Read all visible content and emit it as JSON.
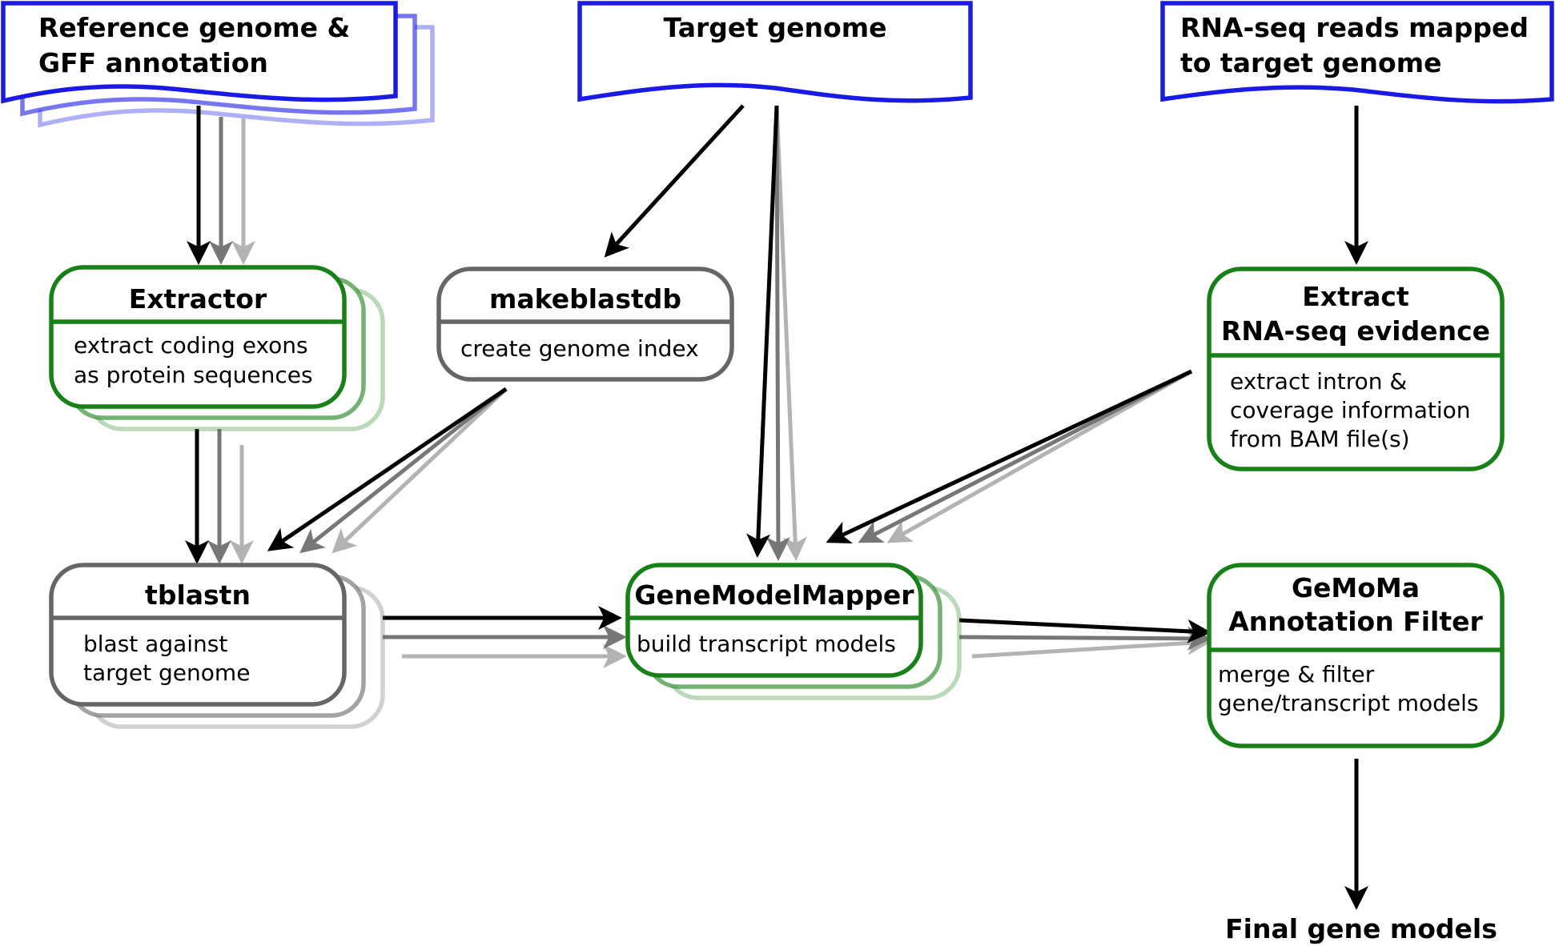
{
  "colors": {
    "input_document": "#1a1ae6",
    "process_green": "#178017",
    "process_gray": "#666666",
    "arrow_black": "#000000",
    "arrow_dark_gray": "#777777",
    "arrow_light_gray": "#b3b3b3"
  },
  "inputs": {
    "reference": [
      "Reference genome &",
      "GFF annotation"
    ],
    "target": "Target genome",
    "rnaseq": [
      "RNA-seq reads mapped",
      "to target genome"
    ]
  },
  "processes": {
    "extractor": {
      "title": "Extractor",
      "description": [
        "extract coding exons",
        "as protein sequences"
      ]
    },
    "makeblastdb": {
      "title": "makeblastdb",
      "description": [
        "create genome index"
      ]
    },
    "extract_rnaseq": {
      "title": [
        "Extract",
        "RNA-seq evidence"
      ],
      "description": [
        "extract intron &",
        "coverage information",
        "from BAM file(s)"
      ]
    },
    "tblastn": {
      "title": "tblastn",
      "description": [
        "blast against",
        "target genome"
      ]
    },
    "genemodelmapper": {
      "title": "GeneModelMapper",
      "description": [
        "build transcript models"
      ]
    },
    "filter": {
      "title": [
        "GeMoMa",
        "Annotation Filter"
      ],
      "description": [
        "merge & filter",
        "gene/transcript models"
      ]
    }
  },
  "output": {
    "label": "Final gene models"
  }
}
